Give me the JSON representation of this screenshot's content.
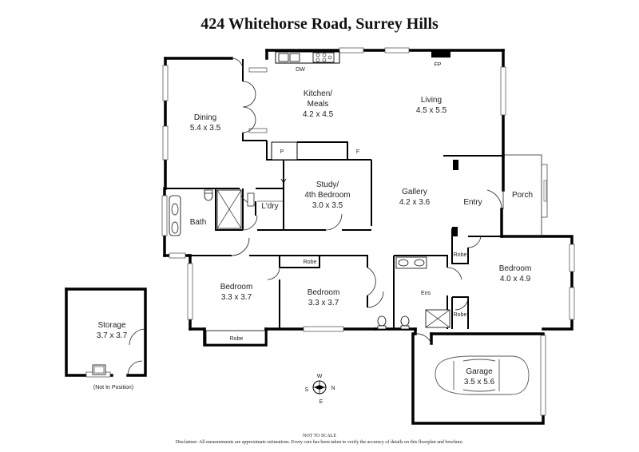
{
  "title": "424 Whitehorse Road, Surrey Hills",
  "rooms": {
    "dining": {
      "name": "Dining",
      "size": "5.4 x 3.5"
    },
    "kitchen": {
      "name1": "Kitchen/",
      "name2": "Meals",
      "size": "4.2 x 4.5"
    },
    "living": {
      "name": "Living",
      "size": "4.5 x 5.5"
    },
    "study": {
      "name1": "Study/",
      "name2": "4th Bedroom",
      "size": "3.0 x 3.5"
    },
    "gallery": {
      "name": "Gallery",
      "size": "4.2 x 3.6"
    },
    "entry": {
      "name": "Entry"
    },
    "porch": {
      "name": "Porch"
    },
    "bath": {
      "name": "Bath"
    },
    "laundry": {
      "name": "L'dry"
    },
    "bedroom1": {
      "name": "Bedroom",
      "size": "3.3 x 3.7"
    },
    "bedroom2": {
      "name": "Bedroom",
      "size": "3.3 x 3.7"
    },
    "bedroom3": {
      "name": "Bedroom",
      "size": "4.0 x 4.9"
    },
    "ensuite": {
      "name": "Ens"
    },
    "garage": {
      "name": "Garage",
      "size": "3.5 x 5.6"
    },
    "storage": {
      "name": "Storage",
      "size": "3.7 x 3.7",
      "note": "(Not In Position)"
    }
  },
  "fixtures": {
    "dw": "DW",
    "fp": "FP",
    "pantry": "P",
    "fridge": "F",
    "robe": "Robe"
  },
  "compass": {
    "n": "N",
    "s": "S",
    "e": "E",
    "w": "W"
  },
  "footer": {
    "scale": "NOT TO SCALE",
    "disclaimer": "Disclaimer: All measurements are approximate estimations. Every care has been taken to verify the accuracy of details on this floorplan and brochure."
  }
}
